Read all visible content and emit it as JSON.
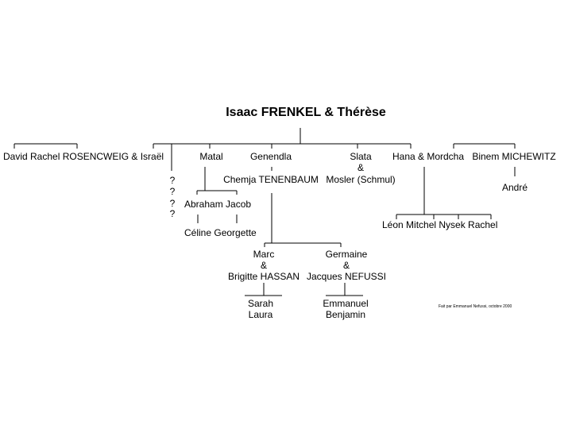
{
  "title": "Isaac FRENKEL & Thérèse",
  "gen1": {
    "david_rachel": "David   Rachel ROSENCWEIG & Israël",
    "unknowns": [
      "?",
      "?",
      "?",
      "?"
    ],
    "matal": "Matal",
    "genendla": "Genendla",
    "genendla_spouse": "Chemja TENENBAUM",
    "slata": "Slata",
    "slata_amp": "&",
    "slata_spouse": "Mosler (Schmul)",
    "hana": "Hana & Mordcha",
    "binem": "Binem MICHEWITZ"
  },
  "gen2": {
    "matal_children": "Abraham Jacob",
    "matal_grandchildren": "Céline Georgette",
    "binem_child": "André",
    "hana_children": "Léon   Mitchel Nysek  Rachel",
    "marc": "Marc",
    "marc_amp": "&",
    "marc_spouse": "Brigitte HASSAN",
    "germaine": "Germaine",
    "germaine_amp": "&",
    "germaine_spouse": "Jacques NEFUSSI"
  },
  "gen3": {
    "marc_children": [
      "Sarah",
      "Laura"
    ],
    "germaine_children": [
      "Emmanuel",
      "Benjamin"
    ]
  },
  "footer": "Fait par Emmanuel Nefussi, octobre 2000"
}
